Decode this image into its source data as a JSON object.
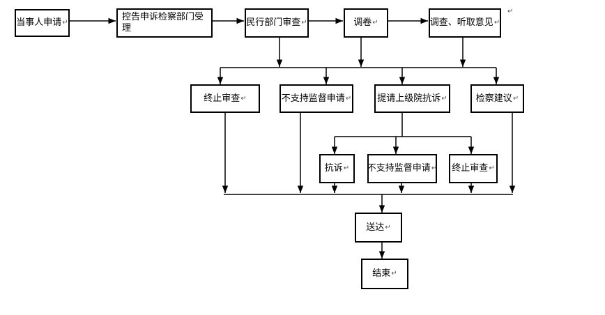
{
  "nodes": {
    "applicant": "当事人申请",
    "complaint_dept": "控告申诉检察部门受理",
    "civil_review": "民行部门审查",
    "transfer_files": "调卷",
    "investigate": "调查、听取意见",
    "terminate_review": "终止审查",
    "no_support_supervision": "不支持监督申请",
    "request_protest": "提请上级院抗诉",
    "procuratorial_advice": "检察建议",
    "protest": "抗诉",
    "no_support_supervision_2": "不支持监督申请",
    "terminate_review_2": "终止审查",
    "deliver": "送达",
    "end": "结束"
  },
  "marks": {
    "paragraph": "↵"
  }
}
